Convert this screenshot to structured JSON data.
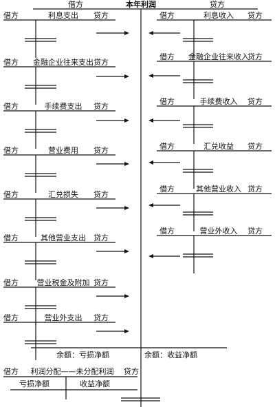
{
  "center": {
    "debit": "借方",
    "title": "本年利润",
    "credit": "贷方"
  },
  "left_accounts": [
    {
      "debit": "借方",
      "name": "利息支出",
      "credit": "贷方"
    },
    {
      "debit": "借方",
      "name": "金融企业往来支出",
      "credit": "贷方"
    },
    {
      "debit": "借方",
      "name": "手续费支出",
      "credit": "贷方"
    },
    {
      "debit": "借方",
      "name": "营业费用",
      "credit": "贷方"
    },
    {
      "debit": "借方",
      "name": "汇兑损失",
      "credit": "贷方"
    },
    {
      "debit": "借方",
      "name": "其他营业支出",
      "credit": "贷方"
    },
    {
      "debit": "借方",
      "name": "营业税金及附加",
      "credit": "贷方"
    },
    {
      "debit": "借方",
      "name": "营业外支出",
      "credit": "贷方"
    }
  ],
  "right_accounts": [
    {
      "debit": "借方",
      "name": "利息收入",
      "credit": "贷方"
    },
    {
      "debit": "借方",
      "name": "金融企业往来收入",
      "credit": "贷方"
    },
    {
      "debit": "借方",
      "name": "手续费收入",
      "credit": "贷方"
    },
    {
      "debit": "借方",
      "name": "汇兑收益",
      "credit": "贷方"
    },
    {
      "debit": "借方",
      "name": "其他营业收入",
      "credit": "贷方"
    },
    {
      "debit": "借方",
      "name": "营业外收入",
      "credit": "贷方"
    }
  ],
  "balance": {
    "loss": "余额：亏损净额",
    "profit": "余额：收益净额"
  },
  "profit_distribution": {
    "debit": "借方",
    "name": "利润分配——未分配利润",
    "credit": "贷方",
    "left_col": "亏损净额",
    "right_col": "收益净额"
  },
  "colors": {
    "ink": "#111111",
    "paper": "#ffffff"
  }
}
